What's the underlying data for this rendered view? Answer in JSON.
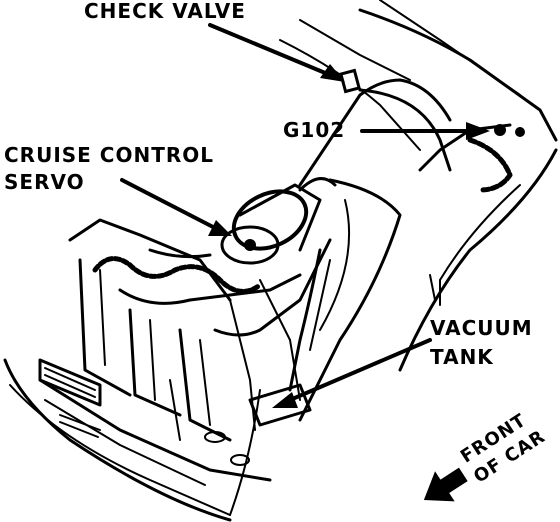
{
  "labels": {
    "check_valve": "CHECK VALVE",
    "g102": "G102",
    "cruise_line1": "CRUISE CONTROL",
    "cruise_line2": "SERVO",
    "vacuum_line1": "VACUUM",
    "vacuum_line2": "TANK",
    "front_line1": "FRONT",
    "front_line2": "OF CAR"
  },
  "colors": {
    "ink": "#000000",
    "paper": "#ffffff"
  },
  "icons": {
    "direction_arrow": "front-arrow-icon"
  }
}
